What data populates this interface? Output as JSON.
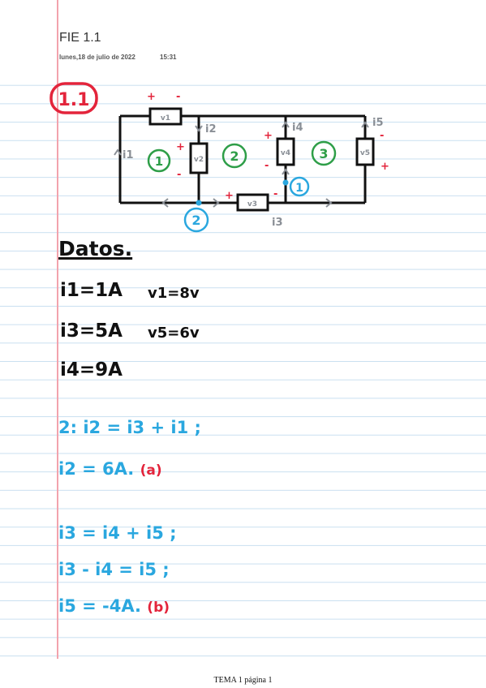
{
  "page": {
    "title": "FIE 1.1",
    "date": "lunes,18 de julio de  2022",
    "time": "15:31",
    "footer": "TEMA 1 página 1"
  },
  "diagram": {
    "problem_badge": "1.1",
    "components": [
      "v1",
      "v2",
      "v3",
      "v4",
      "v5"
    ],
    "currents": [
      "i1",
      "i2",
      "i3",
      "i4",
      "i5"
    ],
    "mesh_labels": [
      "1",
      "2",
      "3"
    ],
    "node_labels": [
      "1",
      "2"
    ],
    "polarity": {
      "plus": "+",
      "minus": "-"
    }
  },
  "datos": {
    "heading": "Datos.",
    "items": [
      {
        "var": "i1",
        "value": "1A"
      },
      {
        "var": "v1",
        "value": "8v"
      },
      {
        "var": "i3",
        "value": "5A"
      },
      {
        "var": "v5",
        "value": "6v"
      },
      {
        "var": "i4",
        "value": "9A"
      }
    ]
  },
  "solution": {
    "line1_prefix": "2:",
    "line1_eq": "i2 = i3 + i1 ;",
    "line2_eq": "i2 = 6A.",
    "line2_tag": "(a)",
    "line3_eq": "i3 = i4 + i5 ;",
    "line4_eq": "i3 - i4 = i5 ;",
    "line5_eq": "i5 = -4A.",
    "line5_tag": "(b)"
  },
  "colors": {
    "ink_black": "#111111",
    "ink_blue": "#2aa7df",
    "ink_red": "#e3243b",
    "ink_green": "#2e9e48",
    "ink_gray": "#8a8f96",
    "rule_line": "#c9dff0",
    "margin_line": "#f2a3ad"
  }
}
